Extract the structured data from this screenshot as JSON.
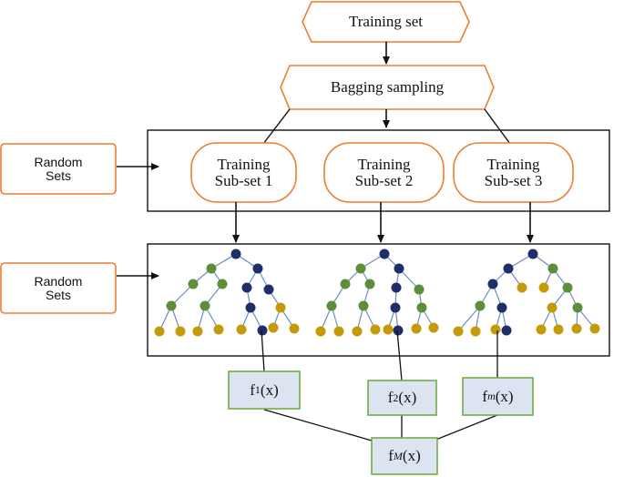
{
  "colors": {
    "orange": "#ED7D31",
    "green_border": "#70AD47",
    "func_fill": "#DCE4F2",
    "node_blue": "#1F2D6B",
    "node_green": "#5B8F3A",
    "node_gold": "#C49A06",
    "edge": "#6C8EBF",
    "line": "#111111"
  },
  "nodes": {
    "training_set": "Training set",
    "bagging": "Bagging sampling",
    "random_sets_1_line1": "Random",
    "random_sets_1_line2": "Sets",
    "random_sets_2_line1": "Random",
    "random_sets_2_line2": "Sets",
    "subsets": [
      {
        "line1": "Training",
        "line2": "Sub-set 1"
      },
      {
        "line1": "Training",
        "line2": "Sub-set 2"
      },
      {
        "line1": "Training",
        "line2": "Sub-set 3"
      }
    ],
    "functions": [
      {
        "base": "f",
        "sub": "1",
        "arg": "(x)"
      },
      {
        "base": "f",
        "sub": "2",
        "arg": "(x)"
      },
      {
        "base": "f",
        "sub": "m",
        "arg": "(x)"
      }
    ],
    "final": {
      "base": "f",
      "sub": "M",
      "arg": "(x)"
    }
  }
}
